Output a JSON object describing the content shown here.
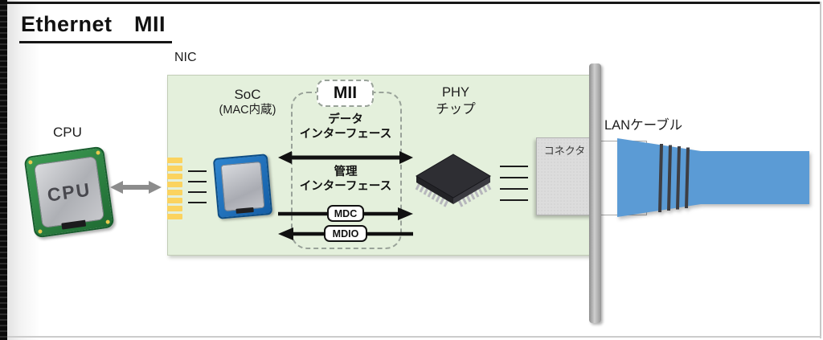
{
  "title": "Ethernet　MII",
  "nic": {
    "label": "NIC"
  },
  "cpu": {
    "label": "CPU",
    "chip_text": "CPU"
  },
  "soc": {
    "label_line1": "SoC",
    "label_line2": "(MAC内蔵)"
  },
  "mii": {
    "label": "MII",
    "data_interface_line1": "データ",
    "data_interface_line2": "インターフェース",
    "mgmt_interface_line1": "管理",
    "mgmt_interface_line2": "インターフェース",
    "mdc_label": "MDC",
    "mdio_label": "MDIO"
  },
  "phy": {
    "label_line1": "PHY",
    "label_line2": "チップ"
  },
  "connector": {
    "label": "コネクタ"
  },
  "lan_cable": {
    "label": "LANケーブル"
  },
  "colors": {
    "board_green": "#e4f0dc",
    "pin_yellow": "#fbd35f",
    "cable_blue": "#5b9bd5",
    "cable_stripe": "#3e3e43",
    "bracket_gray": "#a8a8a8",
    "connector_gray": "#dcdcdc",
    "arrow_black": "#111111",
    "cpu_arrow_gray": "#8c8c8c",
    "cpu_pcb_green": "#2e7c40",
    "soc_blue": "#1d6fbd",
    "phy_body_black": "#2e2e33"
  }
}
